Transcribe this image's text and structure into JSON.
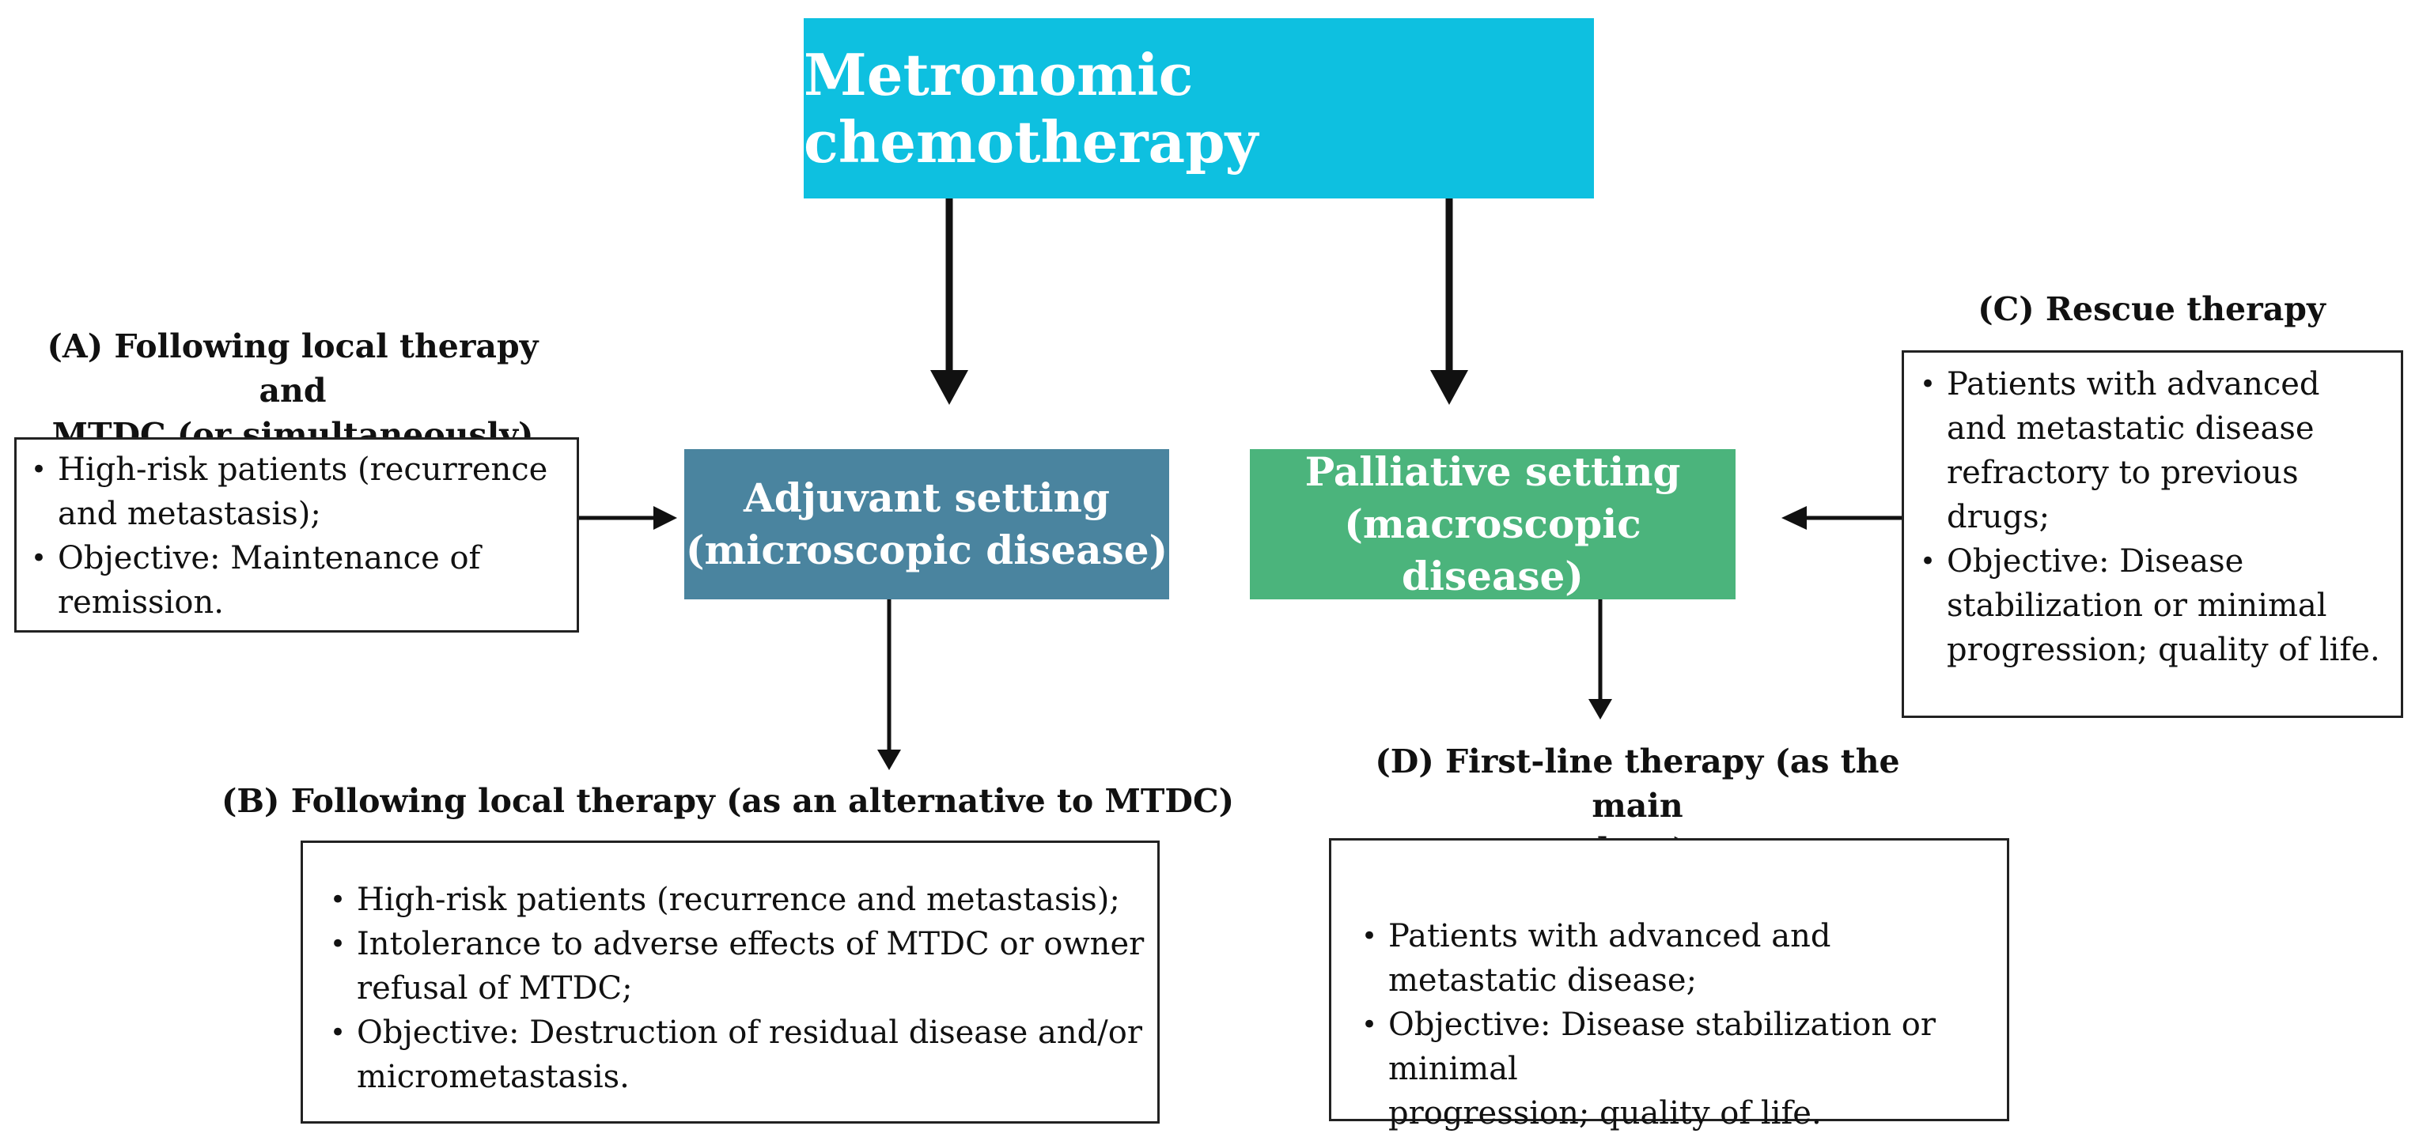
{
  "colors": {
    "top": "#0ec0e0",
    "adjuvant": "#4a849f",
    "palliative": "#4bb47c",
    "arrow": "#111111"
  },
  "top": {
    "title": "Metronomic chemotherapy"
  },
  "adjuvant": {
    "line1": "Adjuvant setting",
    "line2": "(microscopic disease)"
  },
  "palliative": {
    "line1": "Palliative setting",
    "line2": "(macroscopic disease)"
  },
  "a": {
    "heading_line1": "(A) Following local therapy and",
    "heading_line2": "MTDC (or simultaneously)",
    "bullets": [
      {
        "line1": "High-risk patients (recurrence",
        "line2": "and metastasis);"
      },
      {
        "line1": "Objective: Maintenance of",
        "line2": "remission."
      }
    ]
  },
  "b": {
    "heading": "(B) Following local therapy (as an alternative to MTDC)",
    "bullets": [
      {
        "line1": "High-risk patients (recurrence and metastasis);"
      },
      {
        "line1": "Intolerance to adverse effects of MTDC or owner",
        "line2": "refusal of MTDC;"
      },
      {
        "line1": "Objective: Destruction of residual disease and/or",
        "line2": "micrometastasis."
      }
    ]
  },
  "c": {
    "heading": "(C) Rescue therapy",
    "bullets": [
      {
        "line1": "Patients with advanced",
        "line2": "and metastatic disease",
        "line3": "refractory to previous",
        "line4": "drugs;"
      },
      {
        "line1": "Objective: Disease",
        "line2": "stabilization or minimal",
        "line3": "progression; quality of life."
      }
    ]
  },
  "d": {
    "heading_line1": "(D) First-line therapy (as the main",
    "heading_line2": "drug)",
    "bullets": [
      {
        "line1": "Patients with advanced and metastatic disease;"
      },
      {
        "line1": "Objective: Disease stabilization or minimal",
        "line2": "progression; quality of life."
      }
    ]
  }
}
